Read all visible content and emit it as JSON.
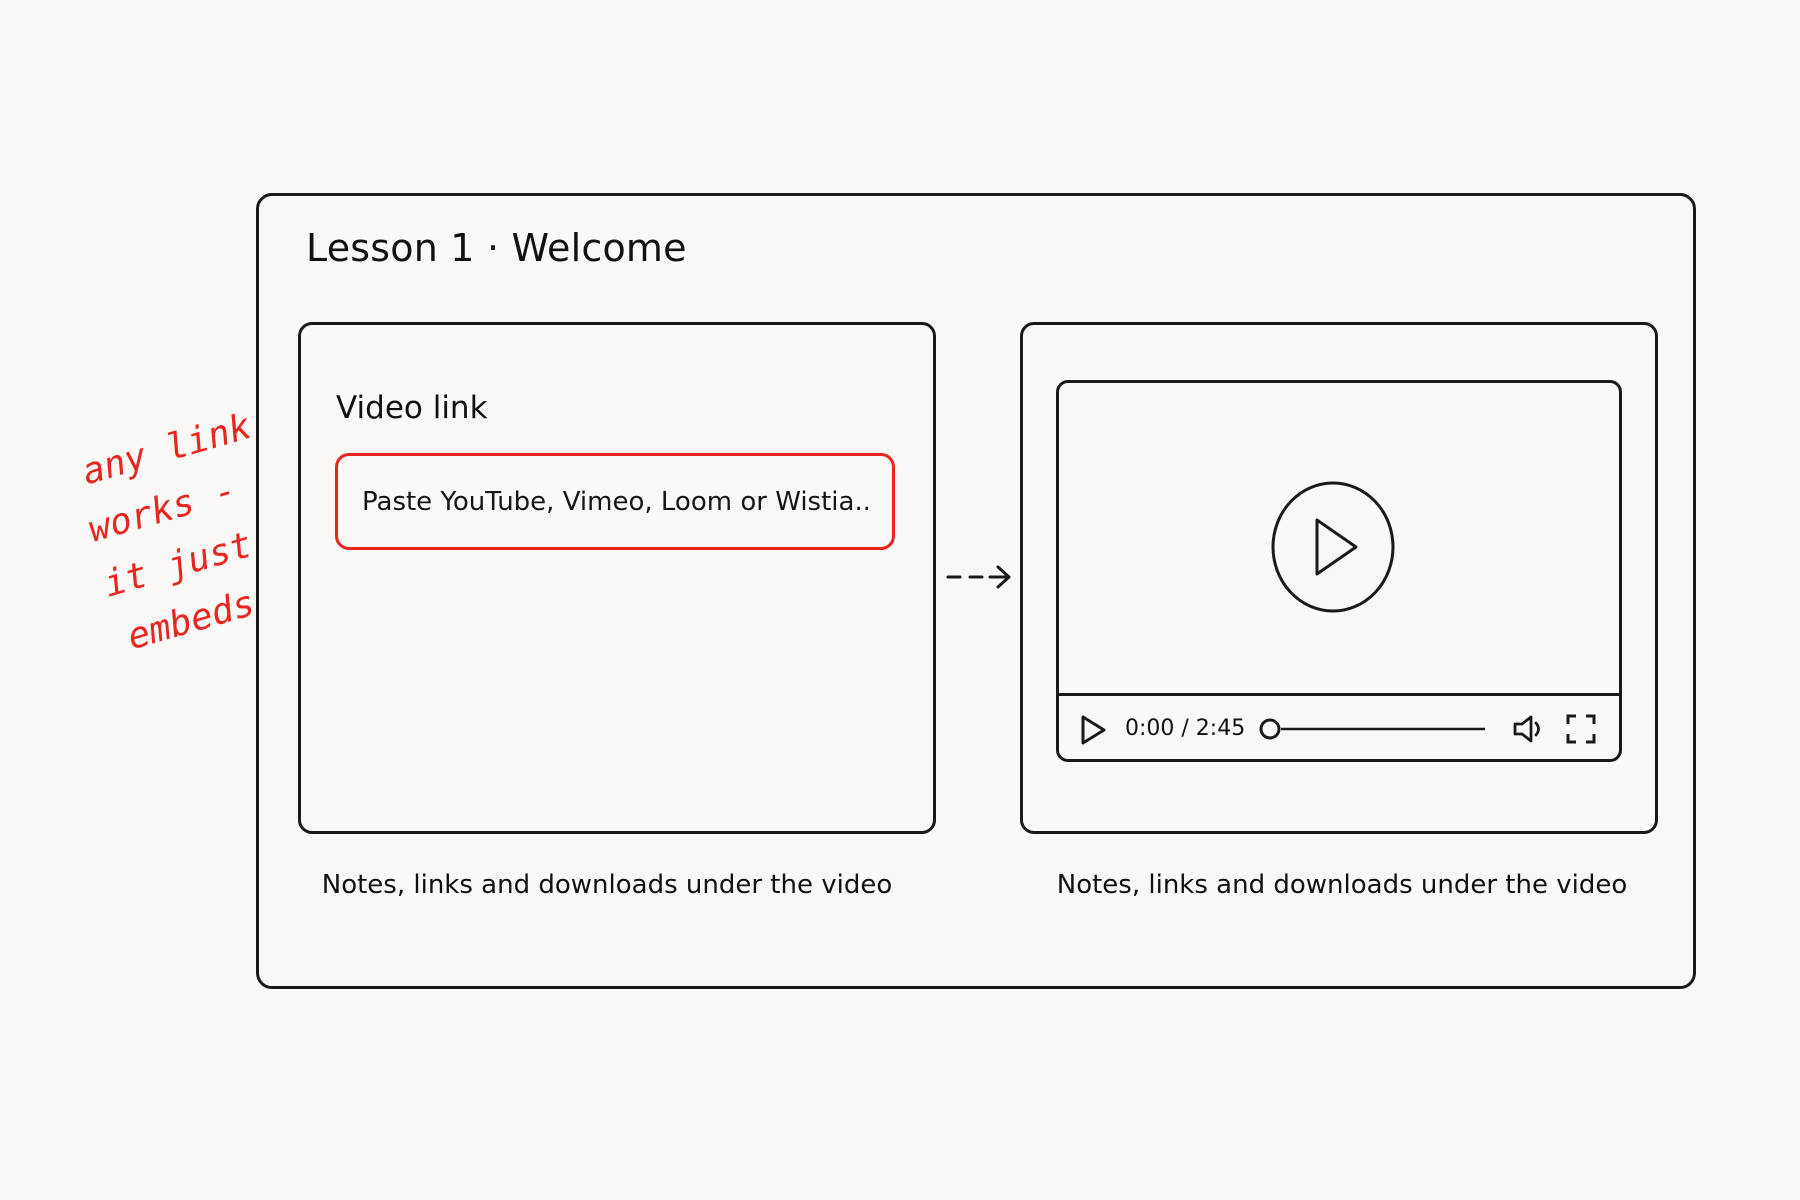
{
  "lesson": {
    "title": "Lesson 1 · Welcome"
  },
  "editor": {
    "field_label": "Video link",
    "input_placeholder": "Paste YouTube, Vimeo, Loom or Wistia...",
    "input_value": "",
    "caption": "Notes, links and downloads under the video"
  },
  "preview": {
    "player": {
      "time_display": "0:00 / 2:45",
      "progress": 0,
      "icons": [
        "play-icon",
        "play-icon",
        "volume-icon",
        "fullscreen-icon"
      ]
    },
    "caption": "Notes, links and downloads under the video"
  },
  "annotation": {
    "lines": [
      "any link",
      "works -",
      "it just",
      "embeds"
    ]
  },
  "colors": {
    "accent": "#e8261f",
    "ink": "#1a1a1a",
    "background": "#faf9f7"
  }
}
